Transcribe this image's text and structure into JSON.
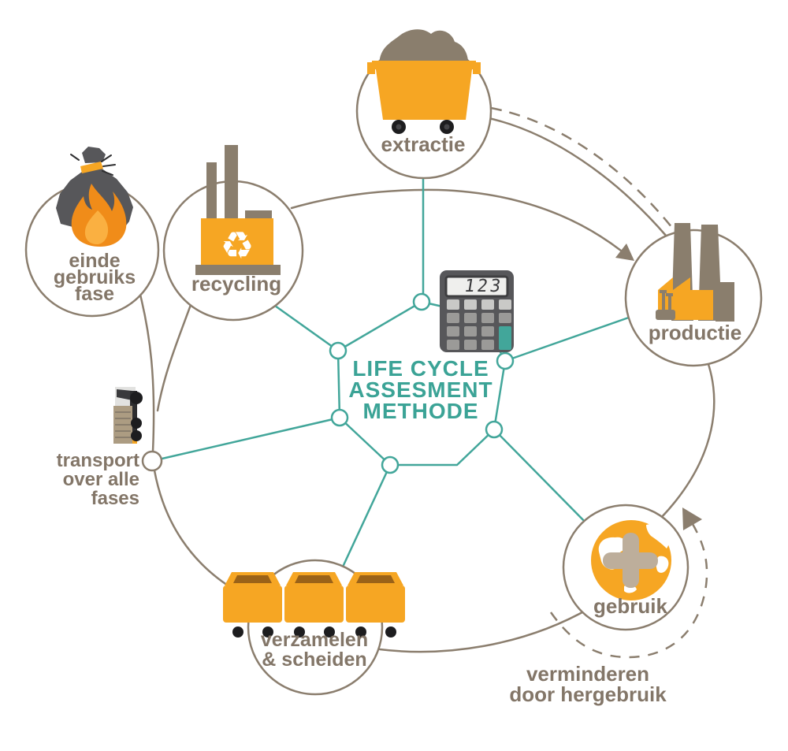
{
  "diagram": {
    "title": "LIFE CYCLE\nASSESMENT\nMETHODE",
    "calculator_display": "123",
    "labels": {
      "extractie": "extractie",
      "recycling": "recycling",
      "productie": "productie",
      "gebruik": "gebruik",
      "verzamelen": "verzamelen\n& scheiden",
      "einde": "einde\ngebruiks\nfase",
      "transport": "transport\nover alle\nfases",
      "hergebruik": "verminderen\ndoor hergebruik"
    },
    "icons": {
      "center": "calculator-icon",
      "extractie": "filled-waste-container-icon",
      "recycling": "recycling-factory-icon",
      "productie": "factory-icon",
      "gebruik": "globe-plus-icon",
      "verzamelen": "waste-containers-icon",
      "einde": "burning-waste-bag-icon",
      "transport": "truck-icon"
    }
  },
  "colors": {
    "teal": "#42A69A",
    "teal-text": "#3BA396",
    "taupe": "#8B7E6E",
    "taupe-text": "#837668",
    "orange": "#F6A623",
    "dark-orange": "#9A6218",
    "icon-taupe": "#8A7E6D",
    "dark-gray": "#57575A",
    "black": "#1D1D1F",
    "cross-beige": "#BDAE9B",
    "flame-orange": "#F08C19",
    "flame-yellow": "#FAB041",
    "trailer-taupe": "#AC9C82",
    "cab-light": "#E2E2E0",
    "btn-light": "#C9C9C7",
    "btn-mid": "#9B9A98",
    "display": "#EFEFED"
  }
}
